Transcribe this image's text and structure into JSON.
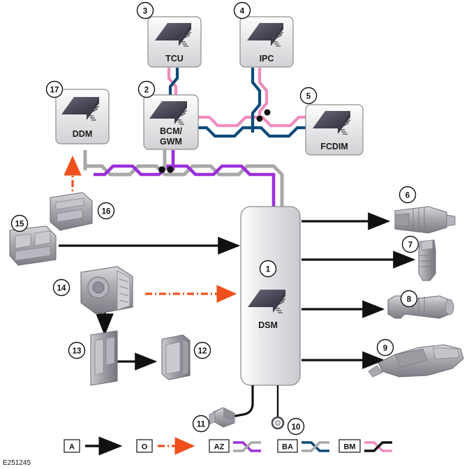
{
  "figure": {
    "code": "E251245"
  },
  "modules": [
    {
      "id": "tcu",
      "label": "TCU",
      "callout": "3"
    },
    {
      "id": "ipc",
      "label": "IPC",
      "callout": "4"
    },
    {
      "id": "ddm",
      "label": "DDM",
      "callout": "17"
    },
    {
      "id": "bcm",
      "label": "BCM/",
      "label2": "GWM",
      "callout": "2"
    },
    {
      "id": "fcdim",
      "label": "FCDIM",
      "callout": "5"
    },
    {
      "id": "dsm",
      "label": "DSM",
      "callout": "1"
    }
  ],
  "components": [
    {
      "id": "comp6",
      "callout": "6",
      "kind": "motor-icon"
    },
    {
      "id": "comp7",
      "callout": "7",
      "kind": "actuator-icon"
    },
    {
      "id": "comp8",
      "callout": "8",
      "kind": "motor-small-icon"
    },
    {
      "id": "comp9",
      "callout": "9",
      "kind": "mirror-icon"
    },
    {
      "id": "comp10",
      "callout": "10",
      "kind": "sensor-ring-icon"
    },
    {
      "id": "comp11",
      "callout": "11",
      "kind": "connector-icon"
    },
    {
      "id": "comp12",
      "callout": "12",
      "kind": "module-block-icon"
    },
    {
      "id": "comp13",
      "callout": "13",
      "kind": "module-slot-icon"
    },
    {
      "id": "comp14",
      "callout": "14",
      "kind": "keyless-module-icon"
    },
    {
      "id": "comp15",
      "callout": "15",
      "kind": "switchpack-icon"
    },
    {
      "id": "comp16",
      "callout": "16",
      "kind": "switch-icon"
    }
  ],
  "legend": [
    {
      "key": "A",
      "desc": "solid-black-arrow",
      "color": "#111111"
    },
    {
      "key": "O",
      "desc": "dashed-orange-arrow",
      "color": "#f05a28"
    },
    {
      "key": "AZ",
      "desc": "purple-grey-bus",
      "color1": "#8a2be2",
      "color2": "#a6a6a6"
    },
    {
      "key": "BA",
      "desc": "blue-grey-bus",
      "color1": "#0b4a7a",
      "color2": "#a6a6a6"
    },
    {
      "key": "BM",
      "desc": "pink-black-bus",
      "color1": "#f28cc0",
      "color2": "#111111"
    }
  ],
  "colors": {
    "purple": "#9b30d9",
    "grey": "#a8a8a8",
    "blue": "#0d4a78",
    "pink": "#ef8cbf",
    "orange": "#f0501e",
    "black": "#111111",
    "module_fill": "#e8e8ea",
    "module_stroke": "#8c8c8c"
  }
}
